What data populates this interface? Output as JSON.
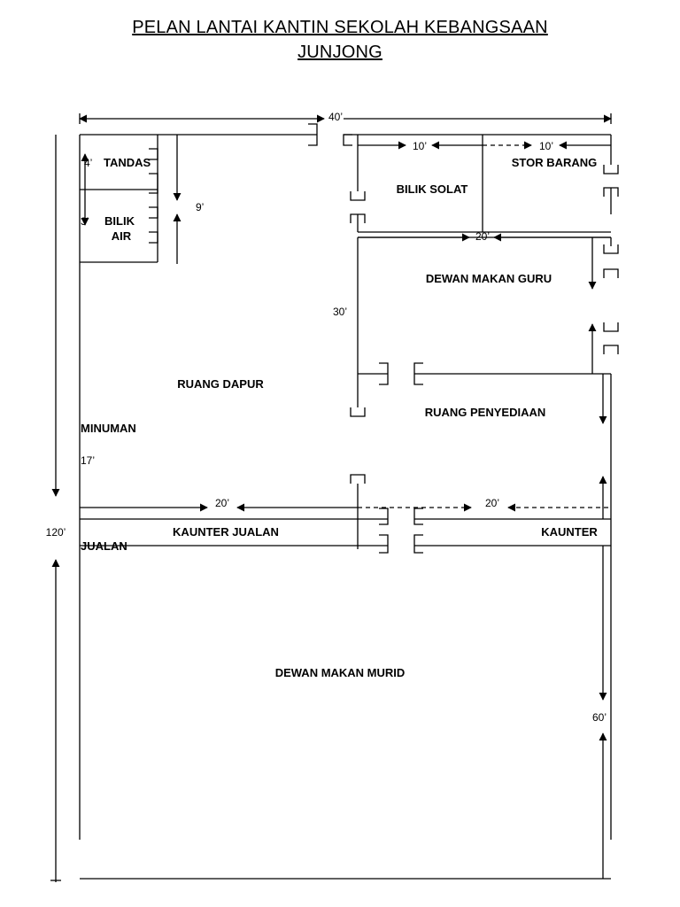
{
  "title": {
    "line1": "PELAN LANTAI KANTIN SEKOLAH KEBANGSAAN",
    "line2": "JUNJONG"
  },
  "rooms": {
    "tandas": "TANDAS",
    "bilik_air_1": "BILIK",
    "bilik_air_2": "AIR",
    "bilik_solat": "BILIK SOLAT",
    "stor_barang": "STOR BARANG",
    "dewan_makan_guru": "DEWAN MAKAN GURU",
    "ruang_dapur": "RUANG DAPUR",
    "ruang_penyediaan": "RUANG PENYEDIAAN",
    "minuman": "MINUMAN",
    "kaunter_jualan": "KAUNTER JUALAN",
    "jualan": "JUALAN",
    "kaunter": "KAUNTER",
    "dewan_makan_murid": "DEWAN MAKAN MURID"
  },
  "dimensions": {
    "width_total": "40’",
    "solat_width": "10’",
    "stor_width": "10’",
    "tandas_height": "4’",
    "bilik_air_height": "3’",
    "toilet_block": "9’",
    "guru_width": "20’",
    "center_height": "30’",
    "minuman_height": "17’",
    "counter_left": "20’",
    "counter_right": "20’",
    "length_total": "120’",
    "murid_height": "60’"
  },
  "colors": {
    "line": "#000000",
    "background": "#ffffff"
  }
}
